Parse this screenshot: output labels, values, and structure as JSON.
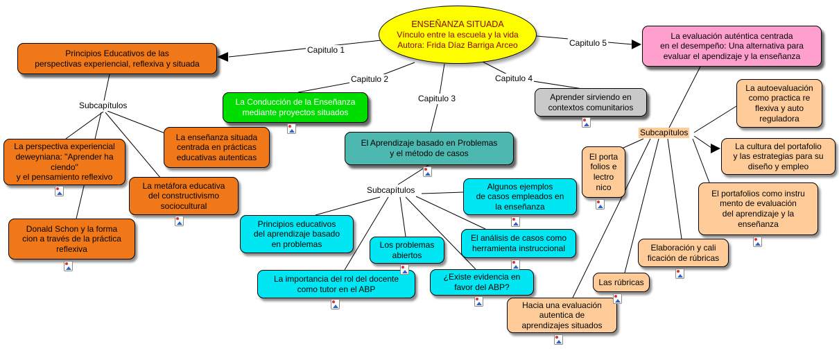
{
  "root": {
    "title": "ENSEÑANZA SITUADA",
    "line2": "Vínculo entre la escuela y la vida",
    "line3": "Autora: Frida Díaz Barriga Arceo"
  },
  "labels": {
    "cap1": "Capitulo 1",
    "cap2": "Capitulo 2",
    "cap3": "Capitulo 3",
    "cap4": "Capitulo 4",
    "cap5": "Capitulo 5",
    "sub_left": "Subcapítulos",
    "sub_center": "Subcapítulos",
    "sub_right": "Subcapítulos"
  },
  "chapters": {
    "ch1": "Principios Educativos de las\nperspectivas experiencial, reflexiva y situada",
    "ch2": "La Conducción de la Enseñanza\nmediante proyectos situados",
    "ch3": "El Aprendizaje basado en Problemas\ny el método de casos",
    "ch4": "Aprender sirviendo en\ncontextos comunitarios",
    "ch5": "La evaluación auténtica centrada\nen el desempeño: Una alternativa para\nevaluar el apendizaje y la enseñanza"
  },
  "subchapters": {
    "experiencial": "La perspectiva experiencial\ndeweyniana: \"Aprender ha\nciendo\"\ny el pensamiento reflexivo",
    "ensenanza_situada": "La enseñanza situada\ncentrada en prácticas\neducativas autenticas",
    "metafora": "La metáfora educativa\ndel constructivismo\nsociocultural",
    "donald_schon": "Donald Schon y la forma\ncion a través de la práctica\nreflexiva",
    "ejemplos_casos": "Algunos ejemplos\nde casos empleados en\nla enseñanza",
    "principios_abp": "Principios educativos\ndel aprendizaje basado\nen problemas",
    "problemas_abiertos": "Los problemas\nabiertos",
    "analisis_casos": "El análisis de casos como\nherramienta instruccional",
    "rol_docente": "La importancia del rol del docente\ncomo tutor en el ABP",
    "evidencia_abp": "¿Existe evidencia en\nfavor del ABP?",
    "autoevaluacion": "La autoevaluación\ncomo practica re\nflexiva y auto\nreguladora",
    "cultura_portafolio": "La cultura del portafolio\ny las estrategias para su\ndiseño y empleo",
    "portafolio_instrumento": "El portafolios como instru\nmento de evaluación\ndel aprendizaje y la\nenseñanza",
    "portafolio_electronico": "El porta\nfolios e\nlectro\nnico",
    "elaboracion_rubricas": "Elaboración y cali\nficación de rúbricas",
    "las_rubricas": "Las rúbricas",
    "evaluacion_autentica": "Hacia una evaluación\nautentica de\naprendizajes situados"
  },
  "colors": {
    "root_fill": "#ffff00",
    "root_text": "#8b0000",
    "chapter1_fill": "#f07818",
    "chapter2_fill": "#00dd00",
    "chapter3_fill": "#4db8b0",
    "chapter4_fill": "#c9c9c9",
    "chapter5_fill": "#ff9fce",
    "sub_center_fill": "#00e6f2",
    "sub_right_fill": "#ffcc99"
  }
}
